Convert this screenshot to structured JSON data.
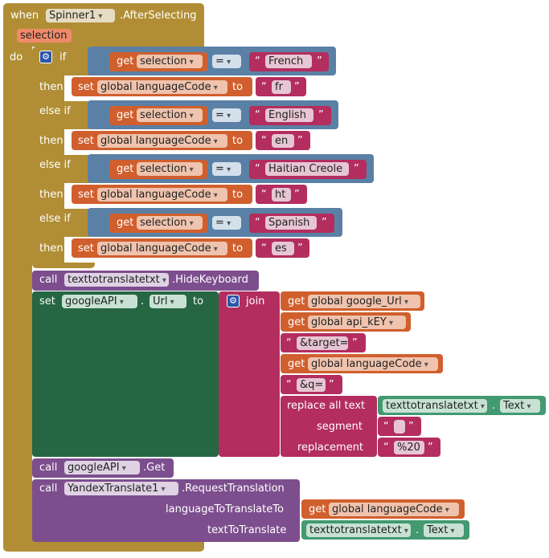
{
  "event": {
    "when": "when",
    "component": "Spinner1",
    "event_name": ".AfterSelecting",
    "param": "selection",
    "do": "do"
  },
  "ifblock": {
    "if": "if",
    "then": "then",
    "else_if": "else if",
    "get": "get",
    "set": "set",
    "to": "to",
    "eq": "=",
    "cond_var": "selection",
    "target_var": "global languageCode",
    "branches": [
      {
        "compare": "French",
        "code": "fr"
      },
      {
        "compare": "English",
        "code": "en"
      },
      {
        "compare": "Haitian Creole",
        "code": "ht"
      },
      {
        "compare": "Spanish",
        "code": "es"
      }
    ]
  },
  "hide_call": {
    "call": "call",
    "component": "texttotranslatetxt",
    "method": ".HideKeyboard"
  },
  "set_url": {
    "set": "set",
    "component": "googleAPI",
    "dot": ".",
    "property": "Url",
    "to": "to",
    "join": "join",
    "get": "get",
    "var1": "global google_Url",
    "var2": "global api_kEY",
    "text1": "&target=",
    "var3": "global languageCode",
    "text2": "&q=",
    "replace_label": "replace all text",
    "replace_comp": "texttotranslatetxt",
    "replace_prop": "Text",
    "segment_label": "segment",
    "segment_value": " ",
    "replacement_label": "replacement",
    "replacement_value": "%20"
  },
  "get_call": {
    "call": "call",
    "component": "googleAPI",
    "method": ".Get"
  },
  "yandex_call": {
    "call": "call",
    "component": "YandexTranslate1",
    "method": ".RequestTranslation",
    "arg1_label": "languageToTranslateTo",
    "arg1_get": "get",
    "arg1_var": "global languageCode",
    "arg2_label": "textToTranslate",
    "arg2_comp": "texttotranslatetxt",
    "arg2_dot": ".",
    "arg2_prop": "Text"
  },
  "icons": [
    "dropdown-arrow-icon",
    "gear-icon"
  ],
  "colors": {
    "control": "#b18e35",
    "logic": "#5b80a5",
    "variable": "#d05f2d",
    "text": "#b32d5e",
    "component": "#7d4e8e",
    "setter": "#266643",
    "property": "#439970"
  }
}
